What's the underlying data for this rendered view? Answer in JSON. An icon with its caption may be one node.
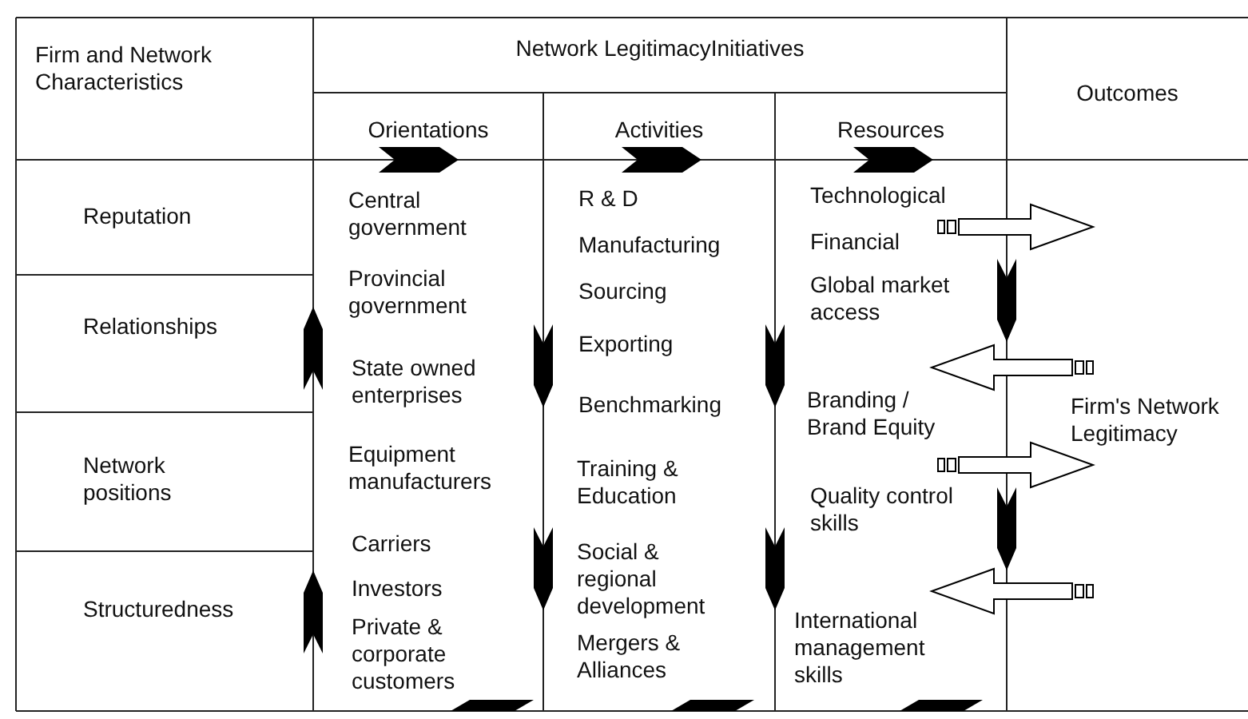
{
  "diagram": {
    "labels": [
      "Firm and Network Characteristics",
      "Network LegitimacyInitiatives",
      "Outcomes",
      "Orientations",
      "Activities",
      "Resources",
      "Reputation",
      "Relationships",
      "Network positions",
      "Structuredness",
      "Central government",
      "Provincial government",
      "State owned enterprises",
      "Equipment manufacturers",
      "Carriers",
      "Investors",
      "Private & corporate customers",
      "R & D",
      "Manufacturing",
      "Sourcing",
      "Exporting",
      "Benchmarking",
      "Training & Education",
      "Social & regional development",
      "Mergers & Alliances",
      "Technological",
      "Financial",
      "Global market access",
      "Branding / Brand Equity",
      "Quality control skills",
      "International management skills",
      "Firm's Network Legitimacy"
    ]
  }
}
